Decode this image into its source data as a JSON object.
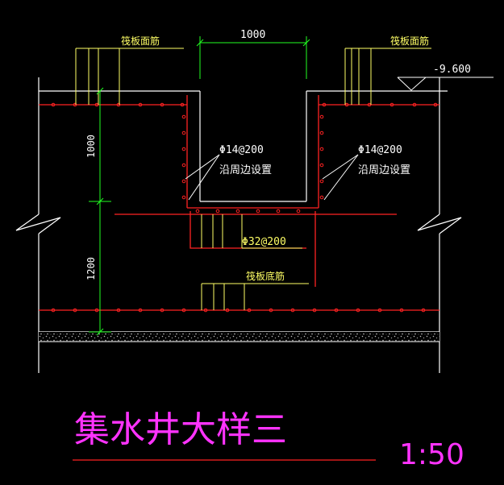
{
  "labels": {
    "top_left_rebar": "筏板面筋",
    "top_right_rebar": "筏板面筋",
    "pit_width_dim": "1000",
    "elevation": "-9.600",
    "left_vertical_dim": "1000",
    "lower_vertical_dim": "1200",
    "left_wall_rebar": "Φ14@200",
    "left_wall_note": "沿周边设置",
    "right_wall_rebar": "Φ14@200",
    "right_wall_note": "沿周边设置",
    "pit_bottom_rebar": "Φ32@200",
    "bottom_rebar": "筏板底筋",
    "title": "集水井大样三",
    "scale": "1:50"
  },
  "colors": {
    "background": "#000000",
    "outline": "#ffffff",
    "rebar": "#ff2222",
    "leader": "#ffff66",
    "dimension": "#22ff22",
    "title": "#ff33ff",
    "title_underline": "#ff2222"
  }
}
